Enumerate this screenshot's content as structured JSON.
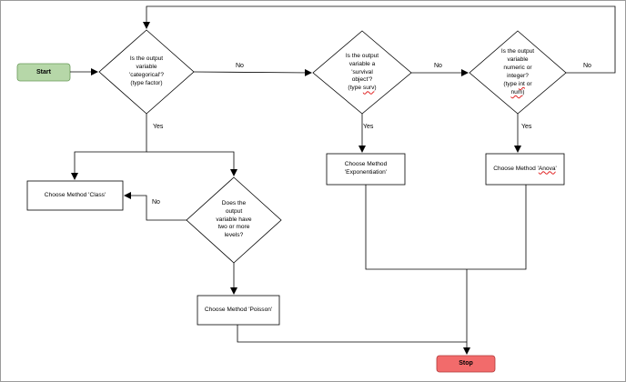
{
  "diagram": {
    "colors": {
      "start_fill": "#b6d7a8",
      "start_stroke": "#6a9a5a",
      "stop_fill": "#f26b6b",
      "stop_stroke": "#b03a3a",
      "line": "#000000"
    },
    "nodes": {
      "start": "Start",
      "stop": "Stop",
      "q_categorical": "Is the output\nvariable\n'categorical'?\n(type factor)",
      "q_survival": "Is the output\nvariable a\n'survival\nobject'?\n(type surv)",
      "q_numeric": "Is the output\nvariable\nnumeric or\ninteger?\n(type int or\nnum)",
      "q_levels": "Does the\noutput\nvariable have\ntwo or more\nlevels?",
      "m_class": "Choose Method 'Class'",
      "m_poisson": "Choose Method 'Poisson'",
      "m_exp": "Choose Method\n'Exponentiation'",
      "m_anova": "Choose Method 'Anova'"
    },
    "edge_labels": {
      "no_cat_surv": "No",
      "no_surv_num": "No",
      "no_num_loop": "No",
      "yes_cat": "Yes",
      "yes_surv": "Yes",
      "yes_num": "Yes",
      "no_levels": "No"
    }
  }
}
